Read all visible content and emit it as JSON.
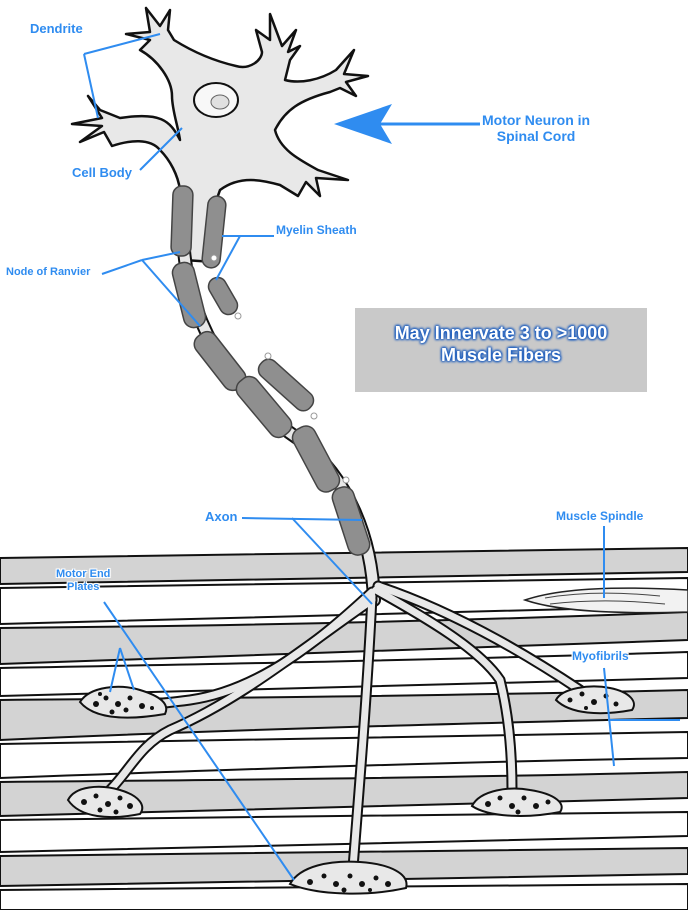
{
  "labels": {
    "dendrite": "Dendrite",
    "cell_body": "Cell Body",
    "node_of_ranvier": "Node of Ranvier",
    "myelin_sheath": "Myelin Sheath",
    "motor_neuron_line1": "Motor Neuron in",
    "motor_neuron_line2": "Spinal Cord",
    "axon": "Axon",
    "muscle_spindle": "Muscle Spindle",
    "motor_end_plates_line1": "Motor End",
    "motor_end_plates_line2": "Plates",
    "myofibrils": "Myofibrils"
  },
  "callout": {
    "line1": "May Innervate 3 to >1000",
    "line2": "Muscle Fibers"
  },
  "colors": {
    "label_blue": "#2f8cf0",
    "arrow_blue": "#2f8cf0",
    "neuron_fill": "#e8e8e8",
    "myelin_fill": "#8f8f8f",
    "muscle_band": "#d3d3d3",
    "callout_box": "#c9c9c9"
  }
}
